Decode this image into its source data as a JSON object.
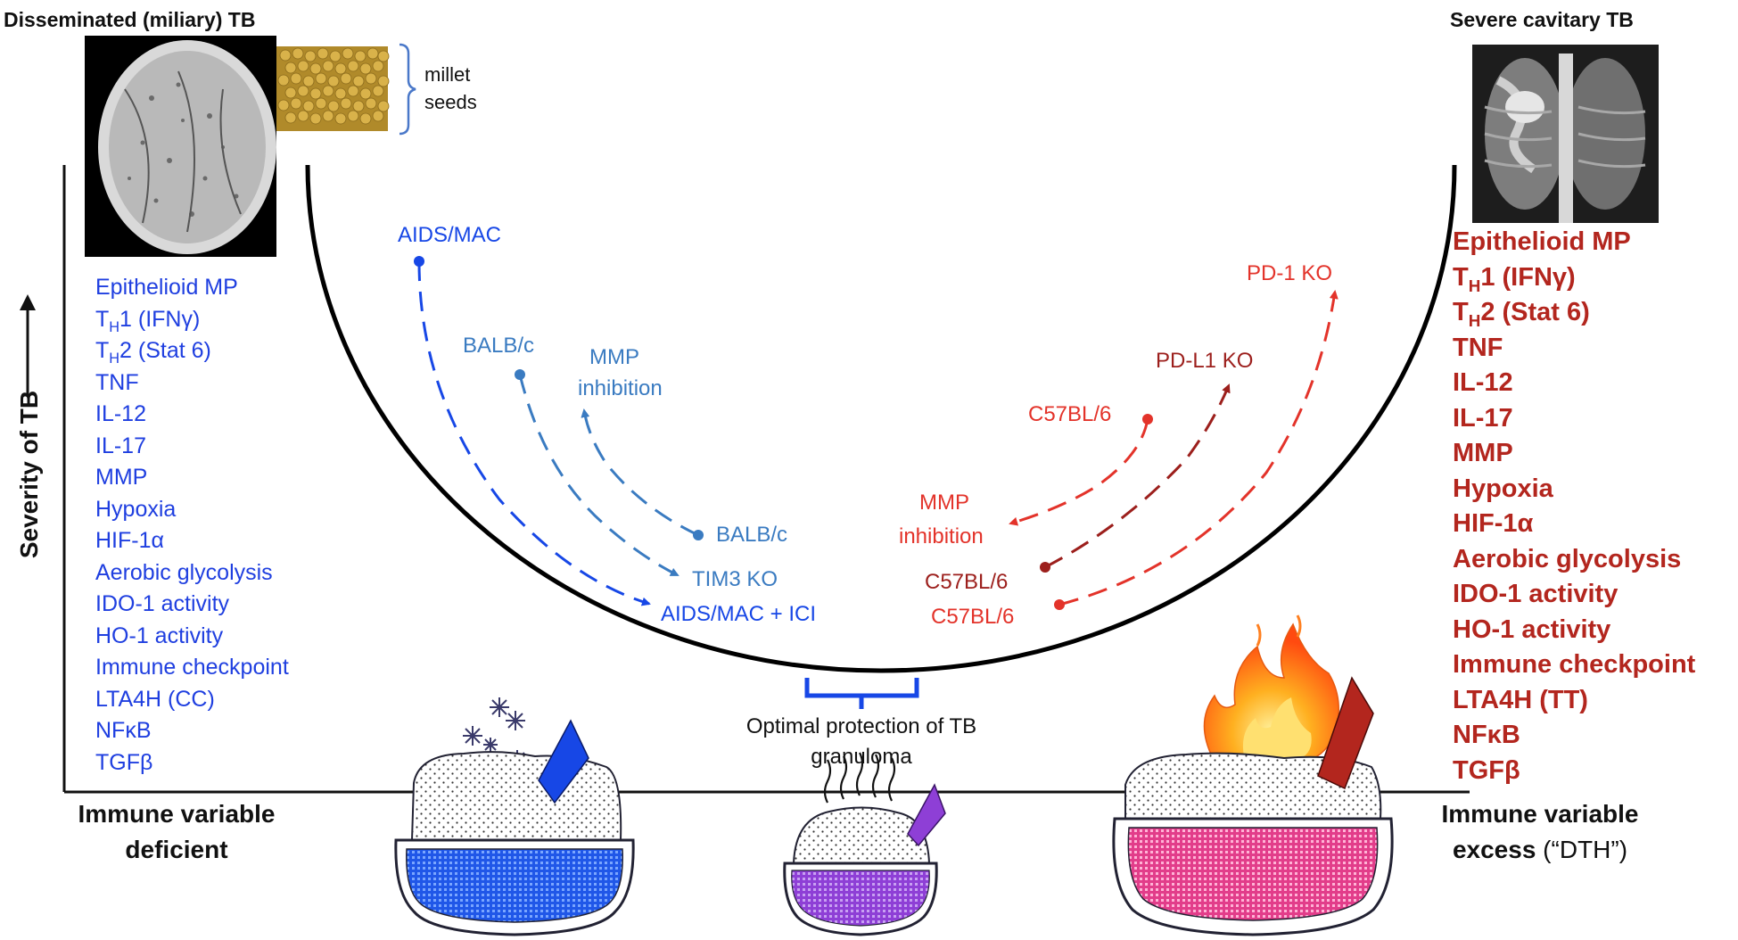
{
  "left": {
    "title": "Disseminated (miliary) TB",
    "brace_label_line1": "millet",
    "brace_label_line2": "seeds",
    "list": [
      "Epithelioid MP",
      "TH1 (IFNγ)",
      "TH2 (Stat 6)",
      "TNF",
      "IL-12",
      "IL-17",
      "MMP",
      "Hypoxia",
      "HIF-1α",
      "Aerobic glycolysis",
      "IDO-1 activity",
      "HO-1 activity",
      "Immune checkpoint",
      "LTA4H (CC)",
      "NFκB",
      "TGFβ"
    ],
    "bottom_line1": "Immune variable",
    "bottom_line2": "deficient"
  },
  "right": {
    "title": "Severe cavitary TB",
    "list": [
      "Epithelioid MP",
      "TH1 (IFNγ)",
      "TH2 (Stat 6)",
      "TNF",
      "IL-12",
      "IL-17",
      "MMP",
      "Hypoxia",
      "HIF-1α",
      "Aerobic glycolysis",
      "IDO-1 activity",
      "HO-1 activity",
      "Immune checkpoint",
      "LTA4H (TT)",
      "NFκB",
      "TGFβ"
    ],
    "bottom_line1": "Immune variable",
    "bottom_line2_bold": "excess",
    "bottom_line2_rest": " (“DTH”)"
  },
  "y_axis_label": "Severity of TB",
  "center": {
    "caption_line1": "Optimal protection of TB",
    "caption_line2": "granuloma"
  },
  "curve_labels": {
    "aids_mac": "AIDS/MAC",
    "balbc_top": "BALB/c",
    "mmp_inhib_left_1": "MMP",
    "mmp_inhib_left_2": "inhibition",
    "balbc_bottom": "BALB/c",
    "tim3_ko": "TIM3 KO",
    "aids_mac_ici": "AIDS/MAC + ICI",
    "pd1_ko": "PD-1 KO",
    "pdl1_ko": "PD-L1 KO",
    "c57_top": "C57BL/6",
    "mmp_inhib_right_1": "MMP",
    "mmp_inhib_right_2": "inhibition",
    "c57_mid": "C57BL/6",
    "c57_bottom": "C57BL/6"
  },
  "colors": {
    "deficient_blue": "#1f3fe0",
    "steel_blue": "#3a7bc1",
    "excess_red": "#b3261e",
    "bright_red": "#e3332a",
    "dark_red": "#9c1f1c",
    "optimal_purple": "#8e3fd6"
  },
  "icons": [
    "ct-scan-image",
    "millet-seeds-image",
    "chest-xray-image",
    "snowflake-icon",
    "flame-icon",
    "thermometer-icon",
    "granuloma-bowl"
  ]
}
